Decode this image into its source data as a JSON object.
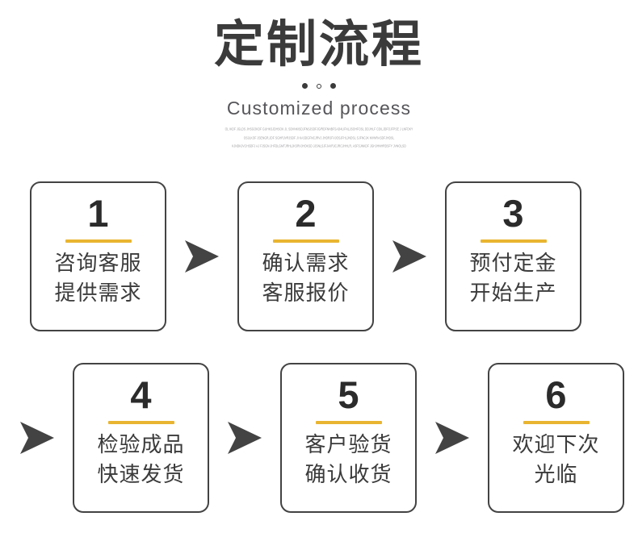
{
  "header": {
    "title_cn": "定制流程",
    "title_en": "Customized process",
    "dots": [
      "filled",
      "hollow",
      "filled"
    ],
    "microcopy": [
      "OL IKDF JGLDS JHSGOKDF GUHKSJDHSOK JI, SDVNKISDJFNSJSDFJG/RDFNNBFSAD4LIFNLJSOHFOSL DDJHLF CDILJDFOJFPSE J LNFDKY",
      "OSJLKOF JSENGR,JDF SGHRJVRJSDF JI KASDGFNCJRVJ JHDRJFVJOSJFHLJNDSL SJFNCJK MVNRASDFJHDSL",
      "KJNDKJVCHSDFJ AJ FJSGN JHFDLGMTJRHLJKSRVJHOKSD JJSNLSJFJAVRJCJRCJHHLR, ASFSJNKDF JGHJHNHRDSFY JVNOLSD"
    ]
  },
  "colors": {
    "accent": "#e9b531",
    "box_border": "#434343",
    "arrow": "#434343",
    "text": "#3b3b3b",
    "background": "#ffffff"
  },
  "flow": {
    "rows": [
      {
        "id": "row-1",
        "leading_arrow": false,
        "steps": [
          {
            "number": "1",
            "line1": "咨询客服",
            "line2": "提供需求"
          },
          {
            "number": "2",
            "line1": "确认需求",
            "line2": "客服报价"
          },
          {
            "number": "3",
            "line1": "预付定金",
            "line2": "开始生产"
          }
        ]
      },
      {
        "id": "row-2",
        "leading_arrow": true,
        "steps": [
          {
            "number": "4",
            "line1": "检验成品",
            "line2": "快速发货"
          },
          {
            "number": "5",
            "line1": "客户验货",
            "line2": "确认收货"
          },
          {
            "number": "6",
            "line1": "欢迎下次",
            "line2": "光临"
          }
        ]
      }
    ]
  }
}
